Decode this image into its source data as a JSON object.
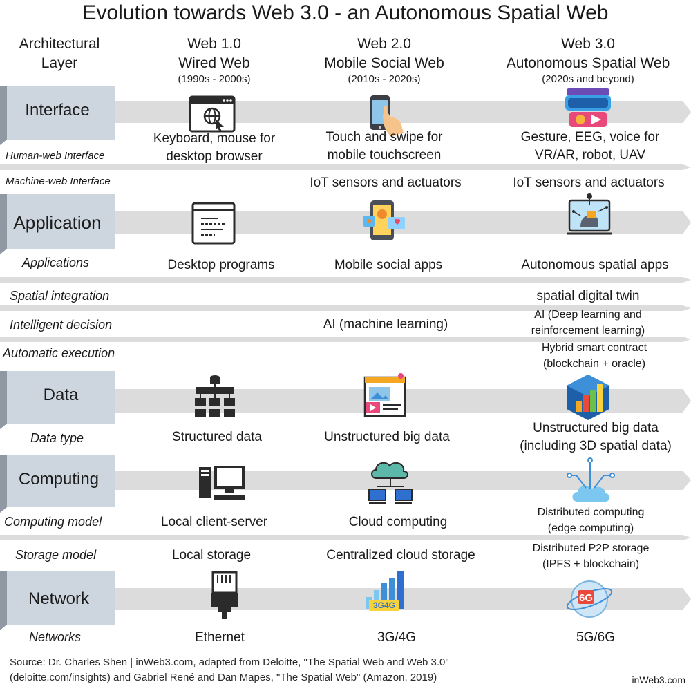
{
  "title": "Evolution towards Web 3.0 - an Autonomous Spatial Web",
  "header": {
    "arch_line1": "Architectural",
    "arch_line2": "Layer",
    "col1": {
      "name": "Web 1.0",
      "subtitle": "Wired Web",
      "years": "(1990s - 2000s)"
    },
    "col2": {
      "name": "Web 2.0",
      "subtitle": "Mobile Social Web",
      "years": "(2010s - 2020s)"
    },
    "col3": {
      "name": "Web 3.0",
      "subtitle": "Autonomous Spatial Web",
      "years": "(2020s and beyond)"
    }
  },
  "layers": {
    "interface": "Interface",
    "application": "Application",
    "data": "Data",
    "computing": "Computing",
    "network": "Network"
  },
  "rows": {
    "human_web": {
      "label": "Human-web Interface",
      "c1a": "Keyboard, mouse for",
      "c1b": "desktop browser",
      "c2a": "Touch and swipe for",
      "c2b": "mobile touchscreen",
      "c3a": "Gesture, EEG, voice for",
      "c3b": "VR/AR, robot, UAV"
    },
    "machine_web": {
      "label": "Machine-web Interface",
      "c2": "IoT sensors and actuators",
      "c3": "IoT sensors and actuators"
    },
    "applications": {
      "label": "Applications",
      "c1": "Desktop programs",
      "c2": "Mobile social apps",
      "c3": "Autonomous spatial apps"
    },
    "spatial": {
      "label": "Spatial integration",
      "c3": "spatial digital twin"
    },
    "intelligent": {
      "label": "Intelligent decision",
      "c2": "AI (machine learning)",
      "c3a": "AI (Deep learning and",
      "c3b": "reinforcement learning)"
    },
    "automatic": {
      "label": "Automatic execution",
      "c3a": "Hybrid smart contract",
      "c3b": "(blockchain + oracle)"
    },
    "data_type": {
      "label": "Data type",
      "c1": "Structured data",
      "c2": "Unstructured big data",
      "c3a": "Unstructured big data",
      "c3b": "(including 3D spatial data)"
    },
    "computing_model": {
      "label": "Computing model",
      "c1": "Local client-server",
      "c2": "Cloud computing",
      "c3a": "Distributed computing",
      "c3b": "(edge computing)"
    },
    "storage_model": {
      "label": "Storage model",
      "c1": "Local storage",
      "c2": "Centralized cloud storage",
      "c3a": "Distributed P2P storage",
      "c3b": "(IPFS + blockchain)"
    },
    "networks": {
      "label": "Networks",
      "c1": "Ethernet",
      "c2": "3G/4G",
      "c3": "5G/6G"
    }
  },
  "icon_text": {
    "g34": "3G4G",
    "g6": "6G"
  },
  "footer": {
    "line1": "Source: Dr. Charles Shen | inWeb3.com, adapted from Deloitte, \"The Spatial Web and Web 3.0\"",
    "line2": "(deloitte.com/insights) and Gabriel René and Dan Mapes, \"The Spatial Web\" (Amazon, 2019)",
    "brand": "inWeb3.com"
  },
  "colors": {
    "band": "#dcdcdc",
    "layer_box": "#cdd6df",
    "layer_shadow": "#8f98a3",
    "icon_dark": "#2b2b2b",
    "accent_blue": "#3d8fd8",
    "accent_orange": "#f5a623"
  }
}
